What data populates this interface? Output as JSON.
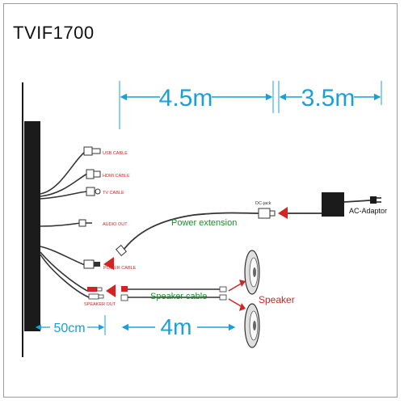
{
  "title": "TVIF1700",
  "dimensions": {
    "d1": "4.5m",
    "d2": "3.5m",
    "d3": "50cm",
    "d4": "4m"
  },
  "cables": {
    "usb": "USB CABLE",
    "hdmi": "HDMI CABLE",
    "tv": "TV CABLE",
    "audio": "AUDIO OUT",
    "power": "POWER CABLE",
    "speaker_out": "SPEAKER OUT",
    "dc_jack": "DC-jack"
  },
  "labels": {
    "power_extension": "Power extension",
    "speaker_cable": "Speaker cable",
    "speaker": "Speaker",
    "ac_adaptor": "AC-Adaptor"
  },
  "colors": {
    "dimension": "#1aa0d8",
    "cable_label": "#d42323",
    "caption": "#1a8f2a",
    "arrow": "#d42323"
  }
}
